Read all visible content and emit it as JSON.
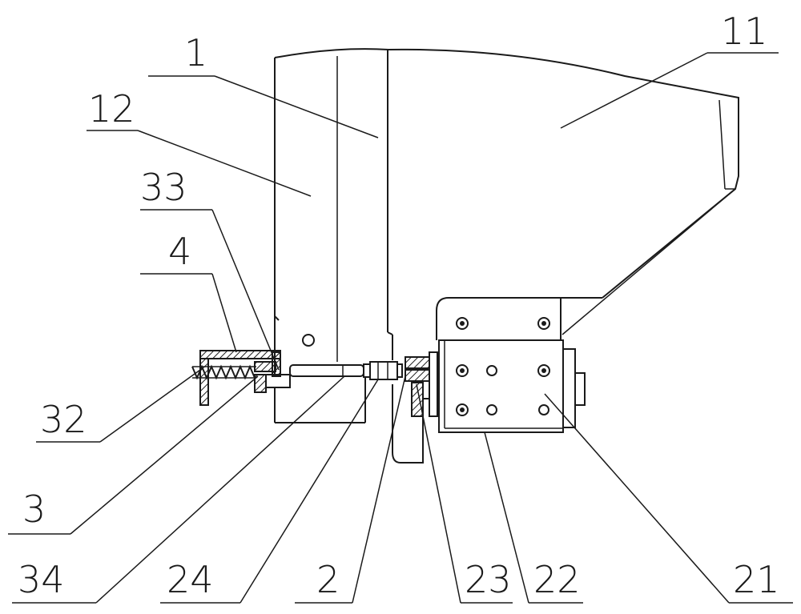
{
  "labels": {
    "l1": "1",
    "l11": "11",
    "l12": "12",
    "l33": "33",
    "l4": "4",
    "l32": "32",
    "l3": "3",
    "l34": "34",
    "l24": "24",
    "l2": "2",
    "l23": "23",
    "l22": "22",
    "l21": "21"
  }
}
